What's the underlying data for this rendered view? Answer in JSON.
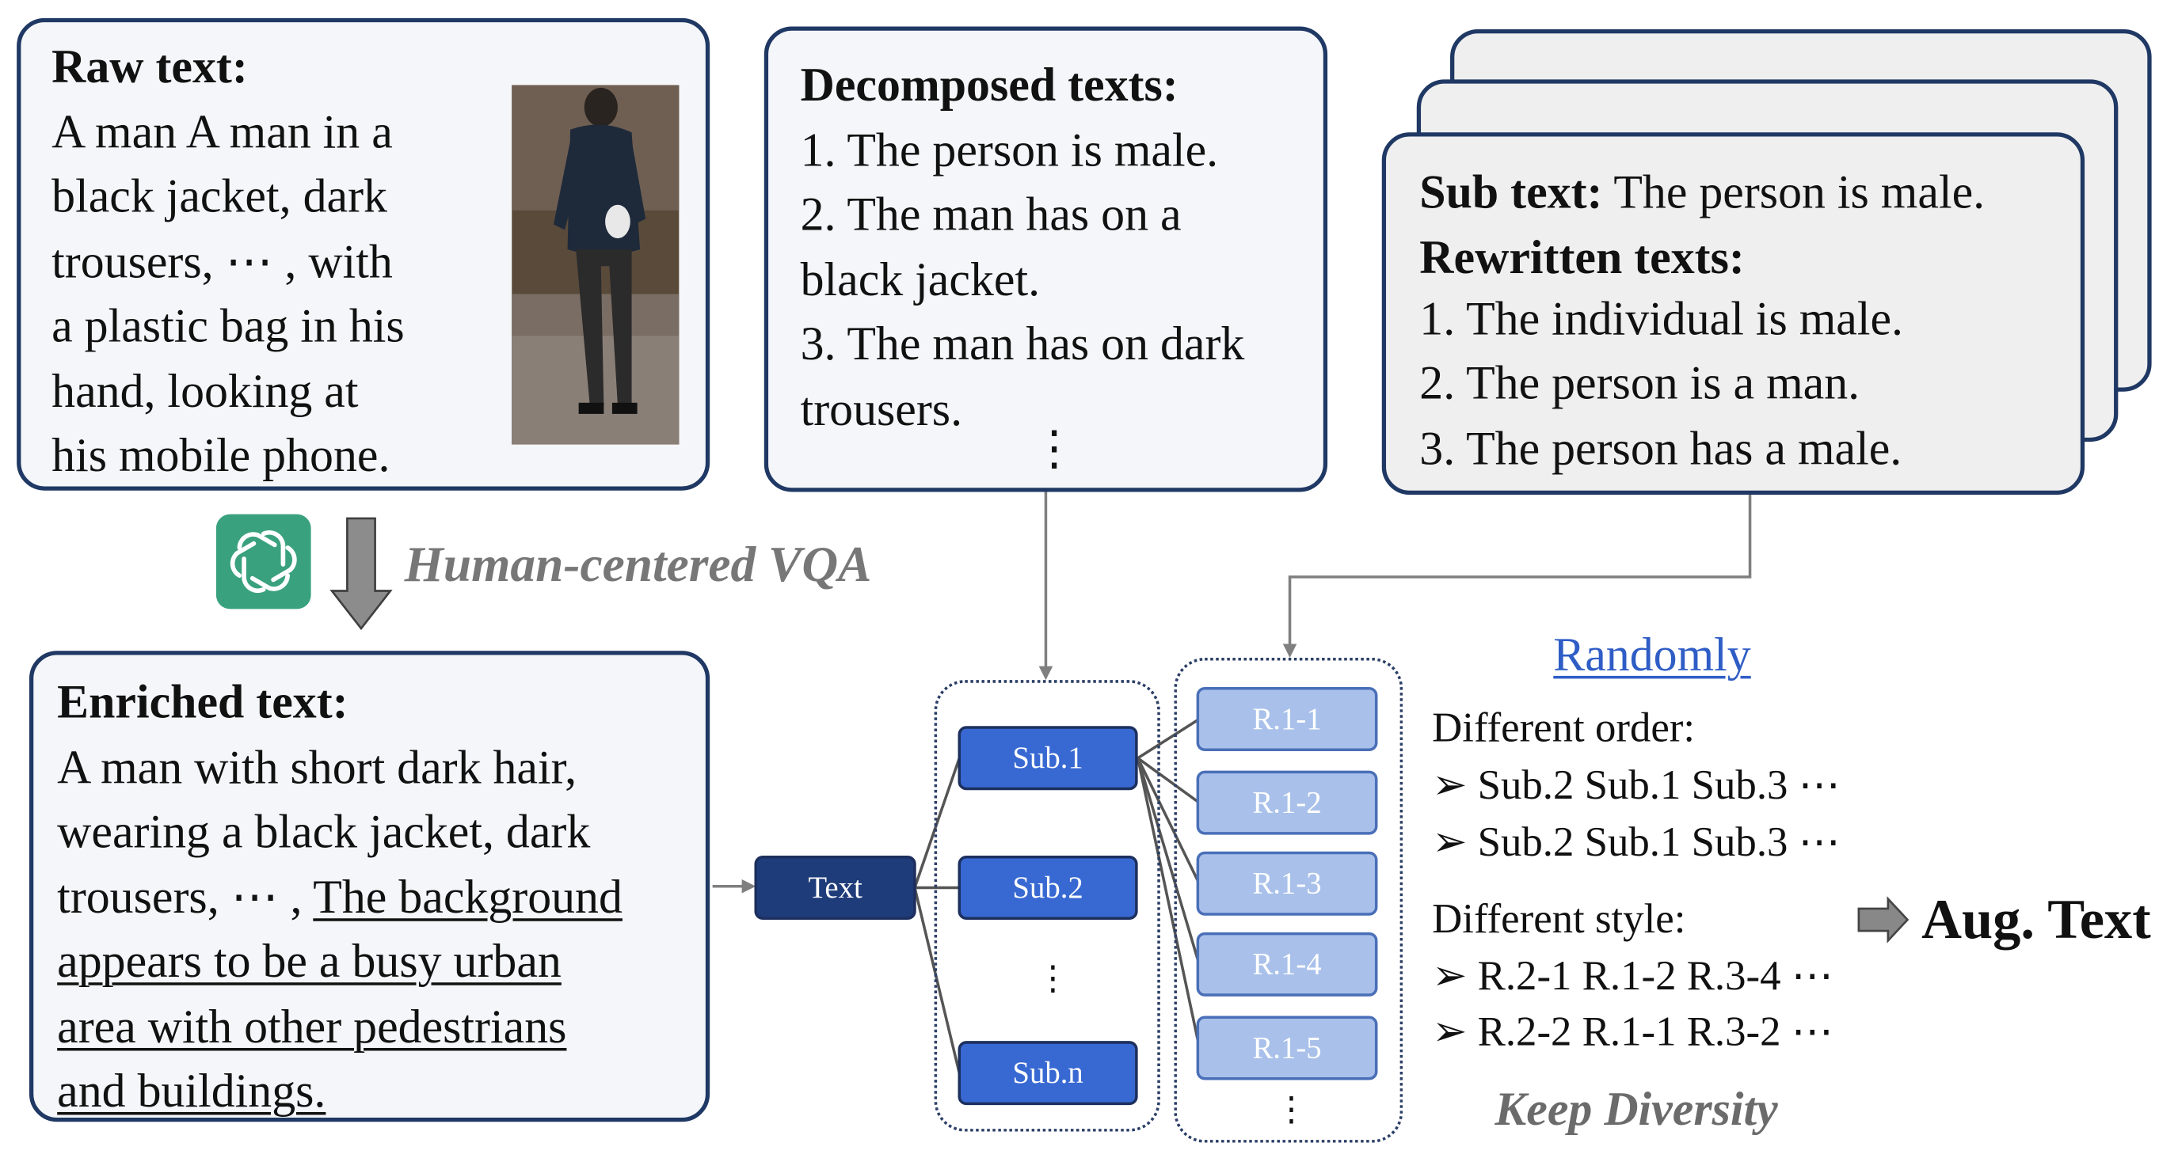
{
  "raw_card": {
    "heading": "Raw text:",
    "lines": [
      "A man A man in a",
      "black jacket, dark",
      "trousers, ⋯ , with",
      "a plastic bag in his",
      "hand, looking at",
      "his mobile phone."
    ]
  },
  "vqa": {
    "label": "Human-centered VQA",
    "icon": "chatgpt-logo-icon"
  },
  "enriched_card": {
    "heading": "Enriched text:",
    "line1": "A man with short dark hair,",
    "line2": "wearing a black jacket, dark",
    "line3_plain": "trousers, ⋯ , ",
    "line3_underlined": "The background",
    "line4": "appears to be a busy urban",
    "line5": "area with other pedestrians",
    "line6": "and buildings."
  },
  "decomposed_card": {
    "heading": "Decomposed texts:",
    "lines": [
      "1. The person is male.",
      "2. The man has on a",
      "black jacket.",
      "3. The man has on dark",
      "trousers."
    ],
    "ellipsis": "⋮"
  },
  "rewritten_card": {
    "sub_label": "Sub text:",
    "sub_value": " The person is male.",
    "heading": "Rewritten texts:",
    "lines": [
      "1. The individual is male.",
      "2. The person is a man.",
      "3. The person has a male."
    ]
  },
  "tree": {
    "root": "Text",
    "subs": [
      "Sub.1",
      "Sub.2",
      "Sub.n"
    ],
    "subs_ellipsis": "⋮",
    "rewrites": [
      "R.1-1",
      "R.1-2",
      "R.1-3",
      "R.1-4",
      "R.1-5"
    ],
    "rewrites_ellipsis": "⋮"
  },
  "augment": {
    "randomly": "Randomly",
    "order_title": "Different order:",
    "order_items": [
      "Sub.2 Sub.1 Sub.3 ⋯",
      "Sub.2 Sub.1 Sub.3 ⋯"
    ],
    "style_title": "Different style:",
    "style_items": [
      "R.2-1 R.1-2 R.3-4 ⋯",
      "R.2-2 R.1-1 R.3-2 ⋯"
    ],
    "bullet": "➢",
    "result": "Aug. Text",
    "footer": "Keep Diversity"
  },
  "colors": {
    "card_border": "#1f3864",
    "sub_node": "#3869d2",
    "text_node": "#1f3c7a",
    "rewrite_node": "#a9c1ea",
    "link_blue": "#2f5dc6",
    "chatgpt_green": "#3aa17e"
  }
}
